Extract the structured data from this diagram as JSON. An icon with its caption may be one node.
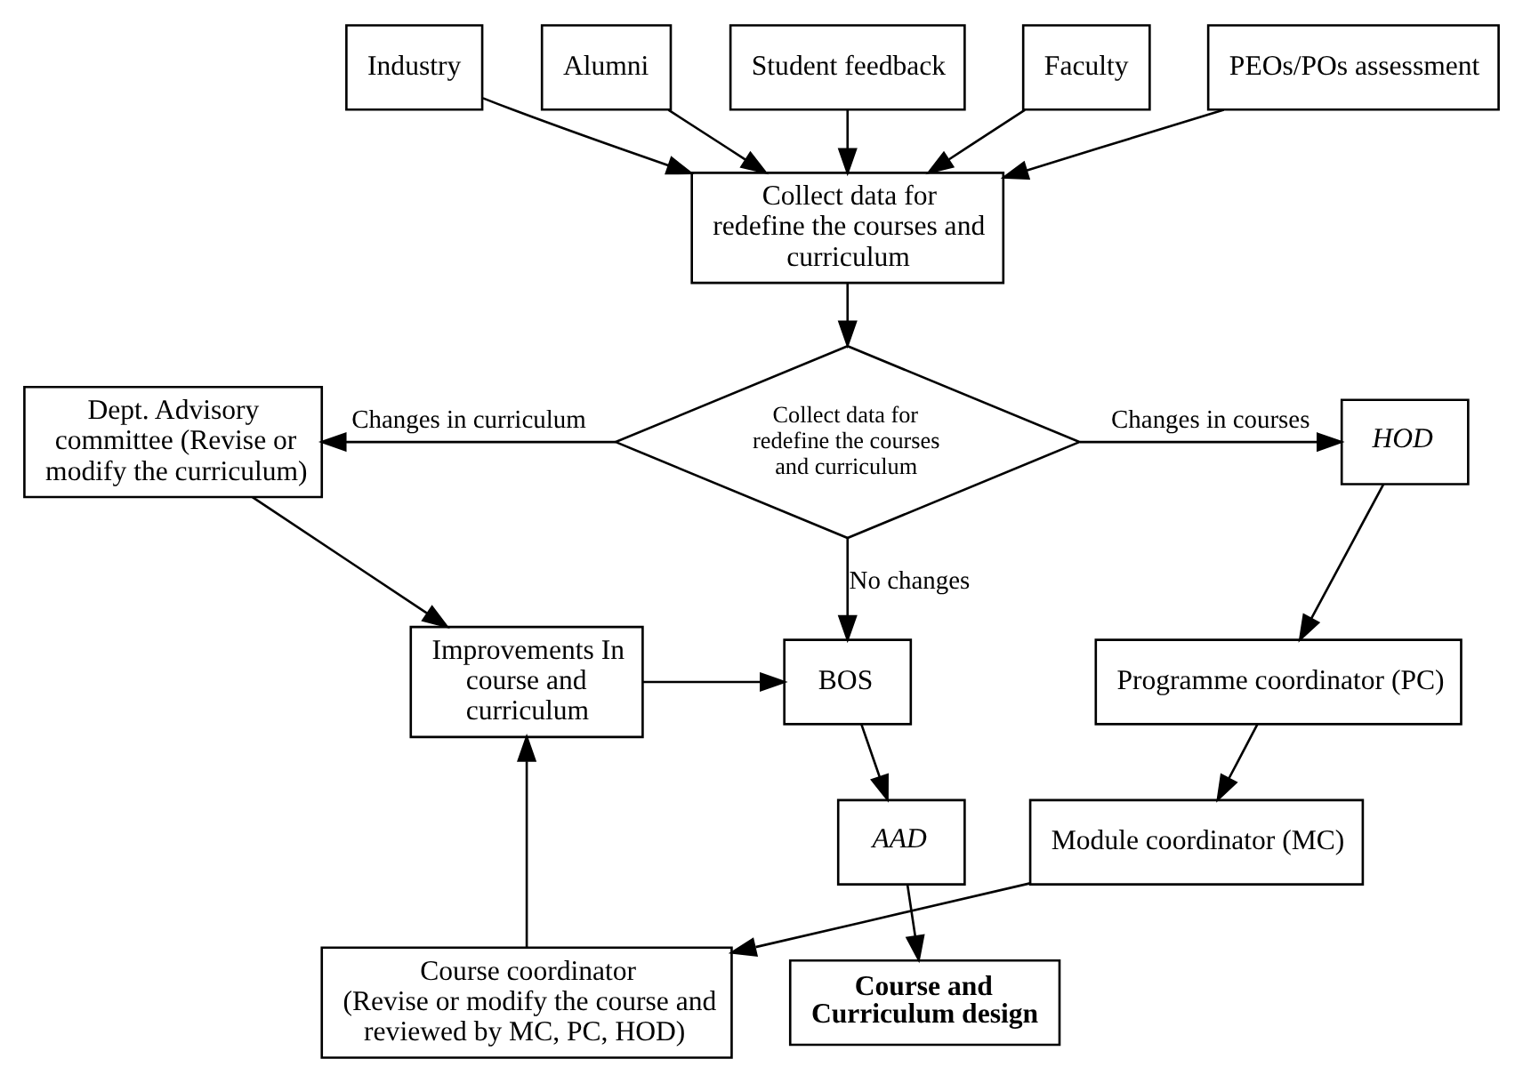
{
  "diagram": {
    "nodes": [
      {
        "text": [
          "Industry"
        ]
      },
      {
        "text": [
          "Alumni"
        ]
      },
      {
        "text": [
          "Student feedback"
        ]
      },
      {
        "text": [
          "Faculty"
        ]
      },
      {
        "text": [
          "PEOs/POs assessment"
        ]
      },
      {
        "text": [
          "Collect data for redefine the courses and curriculum"
        ]
      },
      {
        "text": [
          "Collect data for redefine the courses and curriculum"
        ]
      },
      {
        "text": [
          "Dept. Advisory committee (Revise or modify the curriculum)"
        ]
      },
      {
        "text": [
          "HOD"
        ]
      },
      {
        "text": [
          "Programme coordinator (PC)"
        ]
      },
      {
        "text": [
          "Module coordinator (MC)"
        ]
      },
      {
        "text": [
          "Course coordinator",
          "(Revise or modify the course and reviewed by MC, PC, HOD)"
        ]
      },
      {
        "text": [
          "BOS"
        ]
      },
      {
        "text": [
          "AAD"
        ]
      },
      {
        "text": [
          "Course and Curriculum design"
        ]
      },
      {
        "text": [
          "Improvements In course and curriculum"
        ]
      }
    ],
    "edges": [
      {
        "from": 0,
        "to": 5,
        "arrow": "to"
      },
      {
        "from": 1,
        "to": 5,
        "arrow": "to"
      },
      {
        "from": 2,
        "to": 5,
        "arrow": "to"
      },
      {
        "from": 3,
        "to": 5,
        "arrow": "to"
      },
      {
        "from": 4,
        "to": 5,
        "arrow": "to"
      },
      {
        "from": 5,
        "to": 6,
        "arrow": "to"
      },
      {
        "from": 6,
        "to": 7,
        "arrow": "to",
        "label": "Changes in curriculum"
      },
      {
        "from": 6,
        "to": 8,
        "arrow": "to",
        "label": "Changes in courses"
      },
      {
        "from": 6,
        "to": 12,
        "arrow": "to",
        "label": "No changes"
      },
      {
        "from": 8,
        "to": 9,
        "arrow": "to"
      },
      {
        "from": 9,
        "to": 10,
        "arrow": "to"
      },
      {
        "from": 10,
        "to": 11,
        "arrow": "to"
      },
      {
        "from": 7,
        "to": 15,
        "arrow": "to"
      },
      {
        "from": 15,
        "to": 12,
        "arrow": "to"
      },
      {
        "from": 12,
        "to": 13,
        "arrow": "to"
      },
      {
        "from": 13,
        "to": 14,
        "arrow": "to"
      },
      {
        "from": 11,
        "to": 15,
        "arrow": "to"
      }
    ]
  }
}
